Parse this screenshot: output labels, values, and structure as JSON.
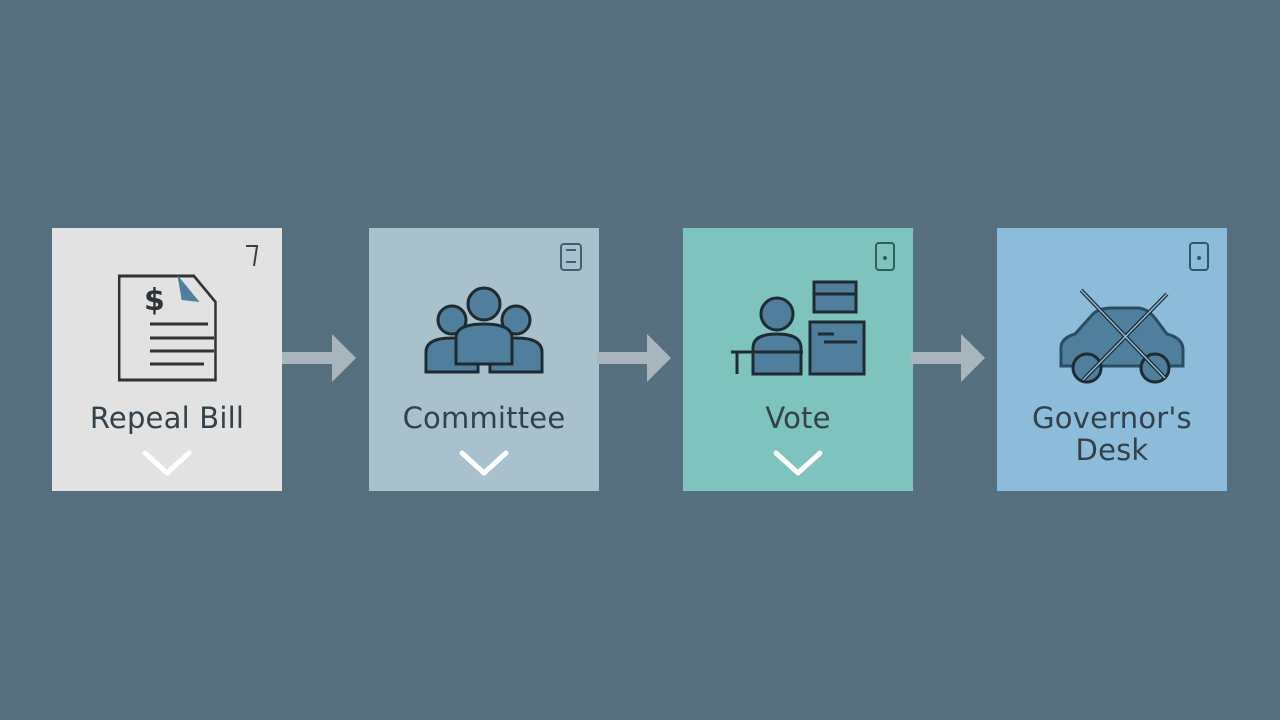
{
  "steps": [
    {
      "label": "Repeal Bill",
      "icon": "bill-document-dollar-icon"
    },
    {
      "label": "Committee",
      "icon": "committee-people-icon"
    },
    {
      "label": "Vote",
      "icon": "vote-desk-icon"
    },
    {
      "label": "Governor's",
      "label2": "Desk",
      "icon": "crossed-car-icon"
    }
  ],
  "colors": {
    "background": "#56707f",
    "step1": "#e2e2e2",
    "step2": "#a9c1cd",
    "step3": "#7ec3be",
    "step4": "#8dbcdb",
    "icon_fill": "#4f7f9c",
    "text": "#33414a",
    "arrow": "#a9b5bc"
  }
}
